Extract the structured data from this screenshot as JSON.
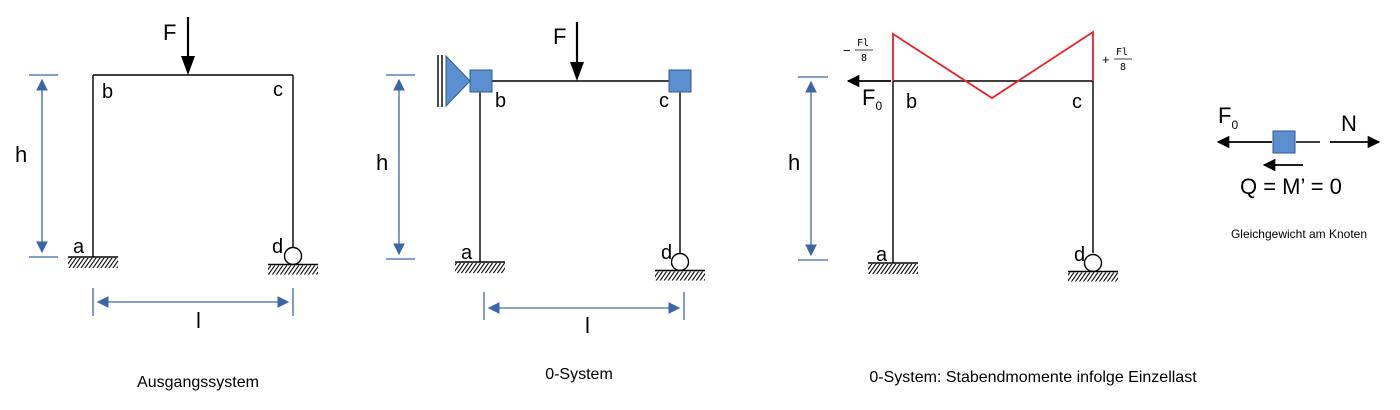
{
  "system1": {
    "force_label": "F",
    "node_a": "a",
    "node_b": "b",
    "node_c": "c",
    "node_d": "d",
    "height_label": "h",
    "length_label": "l",
    "caption": "Ausgangssystem"
  },
  "system2": {
    "force_label": "F",
    "node_a": "a",
    "node_b": "b",
    "node_c": "c",
    "node_d": "d",
    "height_label": "h",
    "length_label": "l",
    "caption": "0-System"
  },
  "system3": {
    "left_moment_sign": "−",
    "left_moment_num": "Fl",
    "left_moment_den": "8",
    "right_moment_sign": "+",
    "right_moment_num": "Fl",
    "right_moment_den": "8",
    "reaction_label": "F",
    "reaction_sub": "0",
    "node_a": "a",
    "node_b": "b",
    "node_c": "c",
    "node_d": "d",
    "height_label": "h",
    "caption": "0-System: Stabendmomente infolge Einzellast"
  },
  "node_equilibrium": {
    "reaction_label": "F",
    "reaction_sub": "0",
    "normal_label": "N",
    "equation": "Q = M’ = 0",
    "caption": "Gleichgewicht am Knoten"
  },
  "colors": {
    "frame": "#000000",
    "dimension": "#3a66a8",
    "node_fill": "#5b8fd0",
    "node_stroke": "#2f5a93",
    "moment": "#e8202a"
  }
}
